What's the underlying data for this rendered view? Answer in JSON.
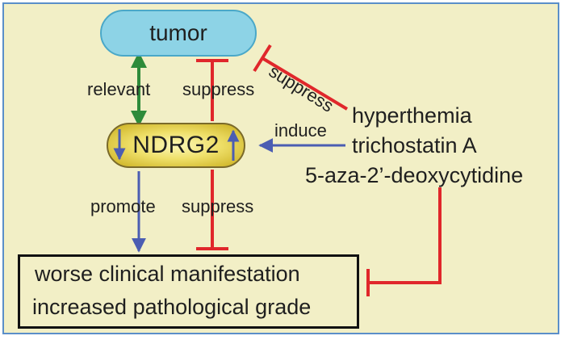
{
  "nodes": {
    "tumor": "tumor",
    "ndrg2": "NDRG2"
  },
  "treatments": [
    "hyperthemia",
    "trichostatin A",
    "5-aza-2’-deoxycytidine"
  ],
  "outcomes": [
    "worse clinical manifestation",
    "increased pathological grade"
  ],
  "edges": {
    "relevant": "relevant",
    "suppress_tumor_ndrg2": "suppress",
    "suppress_treatment_tumor": "suppress",
    "induce": "induce",
    "promote": "promote",
    "suppress_ndrg2_outcome": "suppress"
  },
  "colors": {
    "background": "#f2efc6",
    "frame": "#5b8fc9",
    "tumor_fill": "#8dd3e6",
    "ndrg2_fill": "#efe06a",
    "green_arrow": "#2e8b3a",
    "red_inhibit": "#e0272b",
    "blue_arrow": "#4b5db2"
  }
}
